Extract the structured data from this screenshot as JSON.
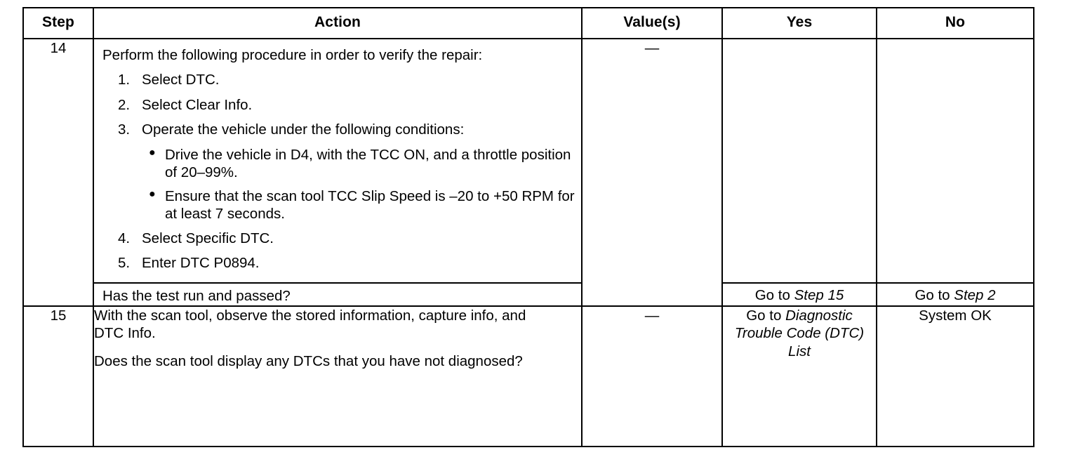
{
  "table": {
    "columns": [
      {
        "key": "step",
        "label": "Step"
      },
      {
        "key": "action",
        "label": "Action"
      },
      {
        "key": "value",
        "label": "Value(s)"
      },
      {
        "key": "yes",
        "label": "Yes"
      },
      {
        "key": "no",
        "label": "No"
      }
    ],
    "rows": [
      {
        "step": "14",
        "action": {
          "lead": "Perform the following procedure in order to verify the repair:",
          "numbered": [
            {
              "num": "1.",
              "text": "Select DTC."
            },
            {
              "num": "2.",
              "text": "Select Clear Info."
            },
            {
              "num": "3.",
              "text": "Operate the vehicle under the following conditions:",
              "bullets": [
                "Drive the vehicle in D4, with the TCC ON, and a throttle position of 20–99%.",
                "Ensure that the scan tool TCC Slip Speed is –20 to +50 RPM for at least 7 seconds."
              ]
            },
            {
              "num": "4.",
              "text": "Select Specific DTC."
            },
            {
              "num": "5.",
              "text": "Enter DTC P0894."
            }
          ],
          "question": "Has the test run and passed?"
        },
        "value": "—",
        "yes": {
          "prefix": "Go to ",
          "target": "Step 15"
        },
        "no": {
          "prefix": "Go to ",
          "target": "Step 2"
        }
      },
      {
        "step": "15",
        "action": {
          "lead": "With the scan tool, observe the stored information, capture info, and DTC Info.",
          "question": "Does the scan tool display any DTCs that you have not diagnosed?"
        },
        "value": "—",
        "yes": {
          "prefix": "Go to ",
          "target": "Diagnostic Trouble Code (DTC) List"
        },
        "no": {
          "text": "System OK"
        }
      }
    ]
  },
  "colors": {
    "border": "#000000",
    "background": "#ffffff",
    "text": "#000000"
  }
}
